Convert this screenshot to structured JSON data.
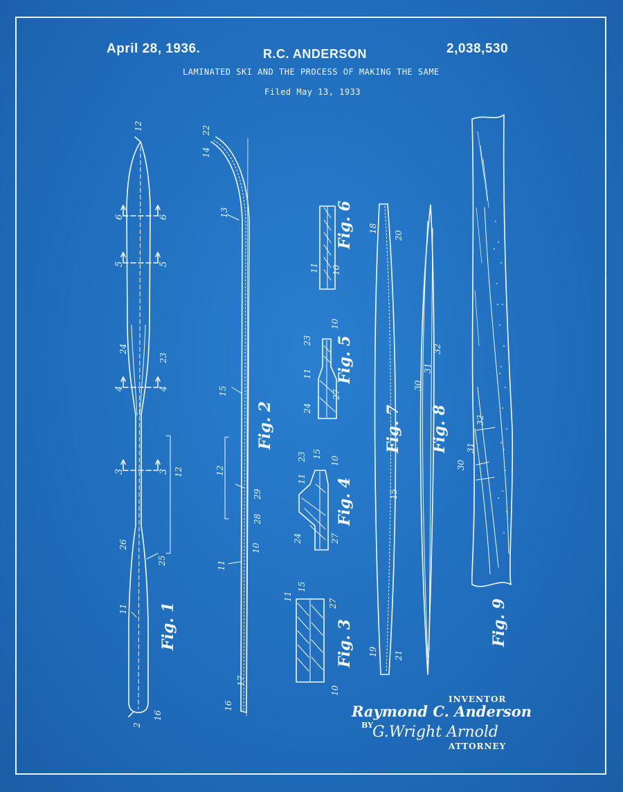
{
  "header": {
    "date": "April 28, 1936.",
    "inventor_name": "R.C. ANDERSON",
    "patent_number": "2,038,530",
    "title": "LAMINATED SKI AND THE PROCESS OF MAKING THE SAME",
    "filed": "Filed May 13, 1933"
  },
  "figures": [
    {
      "label": "Fig. 1"
    },
    {
      "label": "Fig. 2"
    },
    {
      "label": "Fig. 3"
    },
    {
      "label": "Fig. 4"
    },
    {
      "label": "Fig. 5"
    },
    {
      "label": "Fig. 6"
    },
    {
      "label": "Fig. 7"
    },
    {
      "label": "Fig. 8"
    },
    {
      "label": "Fig. 9"
    }
  ],
  "section_marks": [
    "6",
    "5",
    "4",
    "3"
  ],
  "reference_numerals": {
    "fig1": [
      "12",
      "24",
      "23",
      "12",
      "26",
      "25",
      "11",
      "2",
      "16"
    ],
    "fig2": [
      "22",
      "14",
      "13",
      "15",
      "12",
      "29",
      "28",
      "10",
      "11",
      "16",
      "17"
    ],
    "fig3": [
      "11",
      "15",
      "27",
      "10"
    ],
    "fig4": [
      "23",
      "11",
      "15",
      "10",
      "24",
      "27"
    ],
    "fig5": [
      "23",
      "10",
      "11",
      "24",
      "27"
    ],
    "fig6": [
      "11",
      "10"
    ],
    "fig7": [
      "18",
      "20",
      "15",
      "19",
      "21"
    ],
    "fig8": [
      "30",
      "31",
      "32"
    ],
    "fig9": [
      "32",
      "31",
      "30"
    ]
  },
  "footer": {
    "inventor_caption": "INVENTOR",
    "inventor_signature": "Raymond C. Anderson",
    "by": "BY",
    "attorney_signature": "G.Wright Arnold",
    "attorney_caption": "ATTORNEY"
  },
  "colors": {
    "background": "#1f6fbf",
    "line": "#f3f8ff"
  }
}
